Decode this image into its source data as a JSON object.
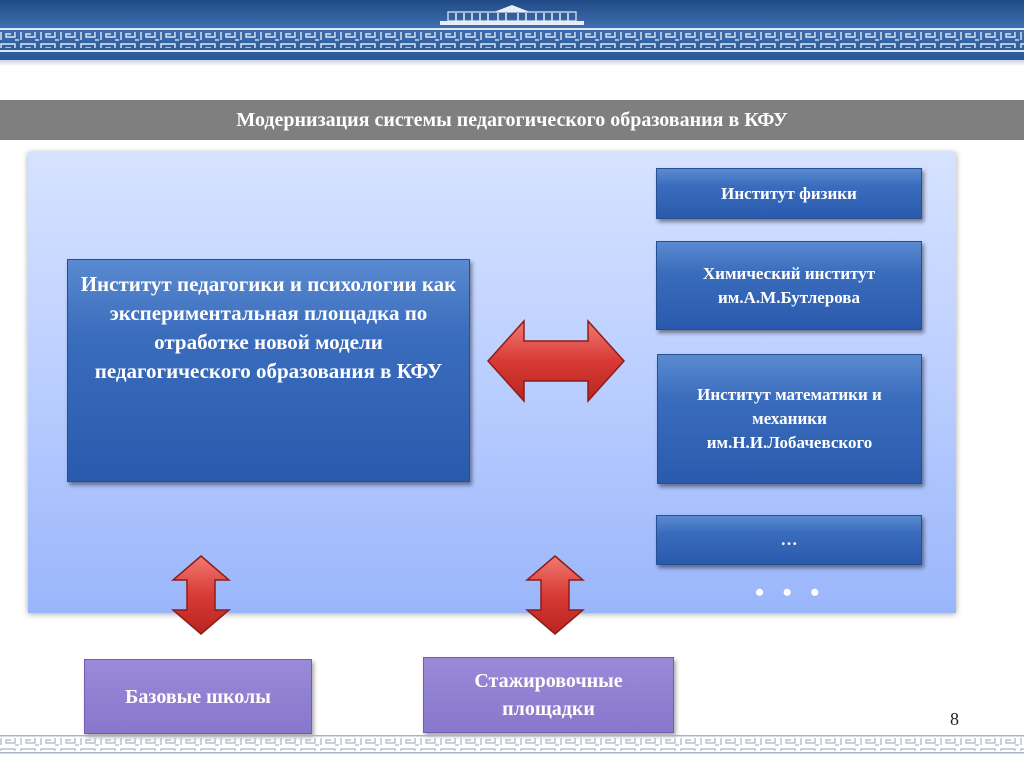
{
  "slide": {
    "title": "Модернизация системы педагогического образования в КФУ",
    "main_box": "Институт педагогики и психологии  как экспериментальная площадка по отработке новой модели педагогического образования в КФУ",
    "institutes": [
      "Институт физики",
      "Химический институт им.А.М.Бутлерова",
      "Институт математики и механики им.Н.И.Лобачевского",
      "…"
    ],
    "ellipsis_dots": "• • •",
    "bottom_boxes": [
      "Базовые школы",
      "Стажировочные площадки"
    ],
    "page_number": "8"
  },
  "colors": {
    "header_blue": "#2a5896",
    "title_bar_gray": "#7f7f7f",
    "panel_light_blue": "#bdd0ff",
    "box_blue": "#3a6cbd",
    "box_purple": "#8877cb",
    "arrow_red": "#d93a35"
  }
}
